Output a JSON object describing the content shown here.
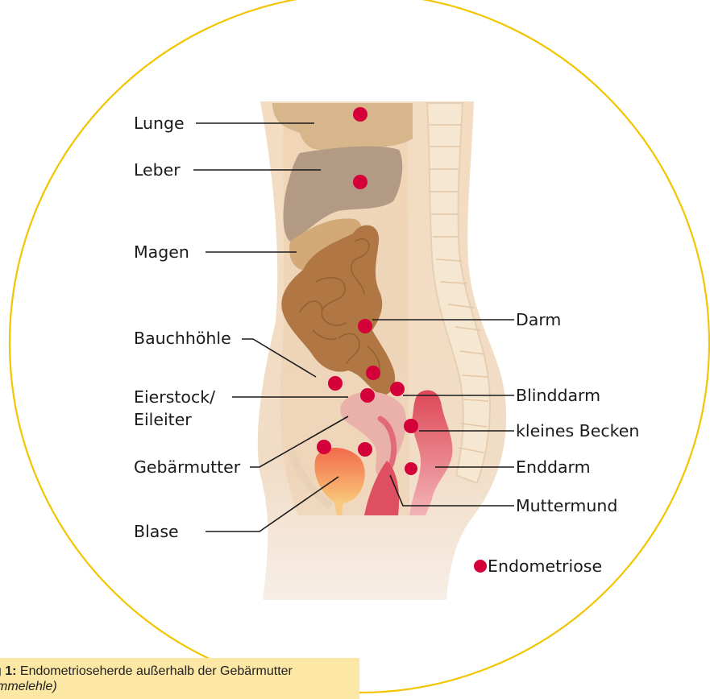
{
  "labels": {
    "lunge": "Lunge",
    "leber": "Leber",
    "magen": "Magen",
    "bauchhoehle": "Bauchhöhle",
    "eierstock_line1": "Eierstock/",
    "eierstock_line2": "Eileiter",
    "gebaermutter": "Gebärmutter",
    "blase": "Blase",
    "darm": "Darm",
    "blinddarm": "Blinddarm",
    "kleines_becken": "kleines Becken",
    "enddarm": "Enddarm",
    "muttermund": "Muttermund"
  },
  "legend": {
    "label": "Endometriose",
    "marker_color": "#d4003a"
  },
  "caption": {
    "title": "g 1:",
    "text": " Endometrioseherde außerhalb der Gebärmutter",
    "subtitle": "mmelehle)"
  },
  "colors": {
    "circle_outline": "#f2c500",
    "skin": "#f3dcc1",
    "lung": "#d9b88f",
    "liver": "#b59a83",
    "intestine": "#b17945",
    "uterus": "#ebb3ad",
    "rectum": "#de5263",
    "bladder": "#f07a4f",
    "lesion": "#d4003a",
    "caption_bg": "#fde7a4"
  }
}
